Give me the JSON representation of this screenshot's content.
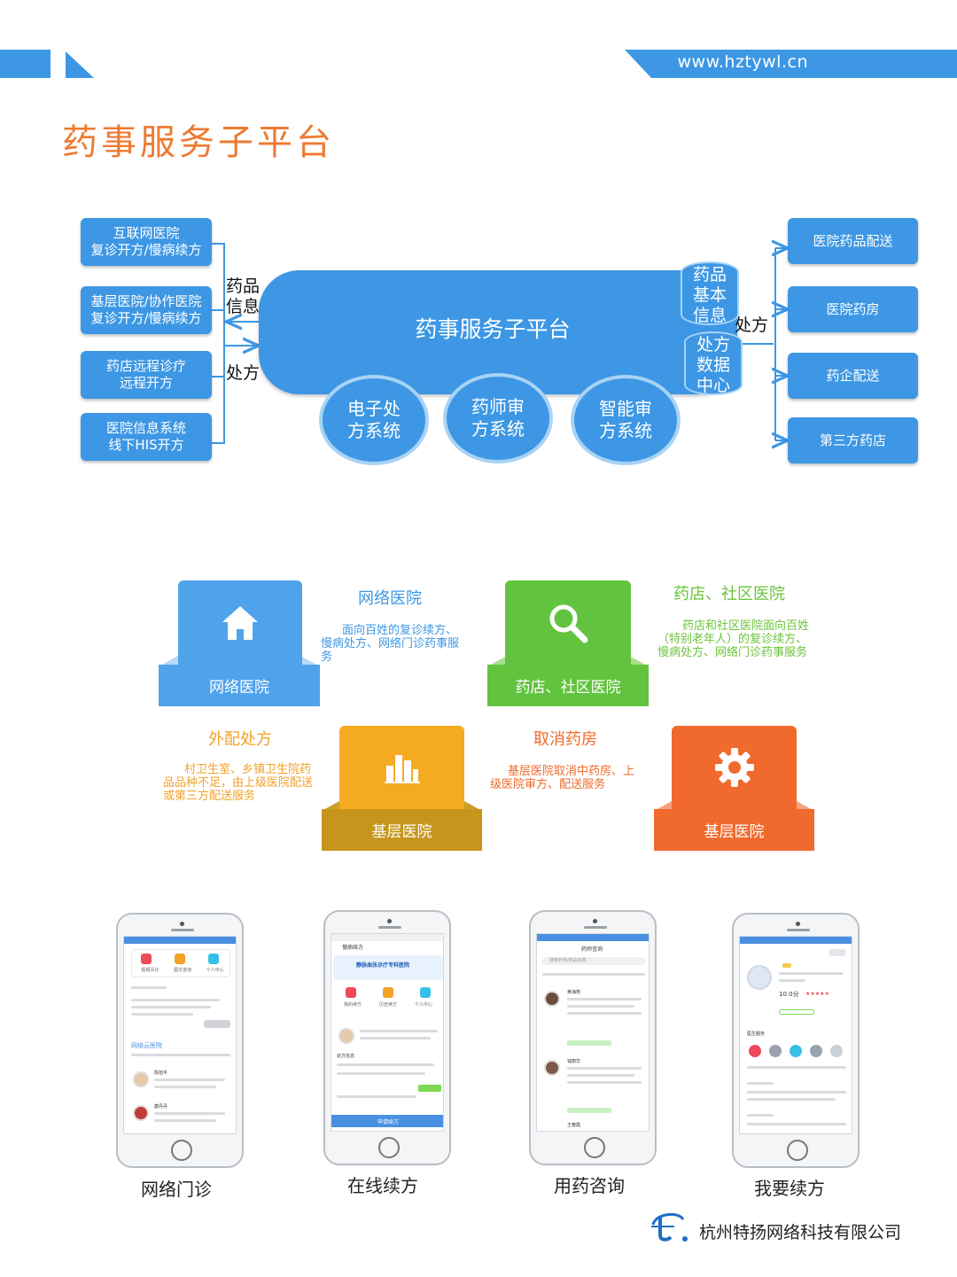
{
  "header": {
    "url": "www.hztywl.cn",
    "title": "药事服务子平台"
  },
  "diagram": {
    "left_boxes": [
      [
        "互联网医院",
        "复诊开方/慢病续方"
      ],
      [
        "基层医院/协作医院",
        "复诊开方/慢病续方"
      ],
      [
        "药店远程诊疗",
        "远程开方"
      ],
      [
        "医院信息系统",
        "线下HIS开方"
      ]
    ],
    "label_drug_info": [
      "药品",
      "信息"
    ],
    "label_prescription_left": "处方",
    "platform": "药事服务子平台",
    "cyl_drug_db": [
      "药品",
      "基本",
      "信息"
    ],
    "cyl_rx_center": [
      "处方",
      "数据",
      "中心"
    ],
    "label_prescription_right": "处方",
    "circles": [
      [
        "电子处",
        "方系统"
      ],
      [
        "药师审",
        "方系统"
      ],
      [
        "智能审",
        "方系统"
      ]
    ],
    "right_boxes": [
      "医院药品配送",
      "医院药房",
      "药企配送",
      "第三方药店"
    ]
  },
  "features": [
    {
      "box_label": "网络医院",
      "icon": "home-icon",
      "title": "网络医院",
      "desc": [
        "面向百姓的复诊续方、",
        "慢病处方、网络门诊药事服",
        "务"
      ],
      "color": "#3d97e4",
      "title_color": "#3d97e4"
    },
    {
      "box_label": "药店、社区医院",
      "icon": "search-icon",
      "title": "药店、社区医院",
      "desc": [
        "药店和社区医院面向百姓",
        "（特别老年人）的复诊续方、",
        "慢病处方、网络门诊药事服务"
      ],
      "color": "#5cc33f",
      "title_color": "#6bc43a"
    },
    {
      "box_label": "基层医院",
      "icon": "bar-chart-icon",
      "title": "外配处方",
      "desc": [
        "村卫生室、乡镇卫生院药",
        "品品种不足，由上级医院配送",
        "或第三方配送服务"
      ],
      "color": "#f2a81f",
      "title_color": "#f2a227"
    },
    {
      "box_label": "基层医院",
      "icon": "gear-icon",
      "title": "取消药房",
      "desc": [
        "基层医院取消中药房、上",
        "级医院审方、配送服务"
      ],
      "color": "#ef6a2c",
      "title_color": "#ef6a2c"
    }
  ],
  "phones": [
    {
      "caption": "网络门诊",
      "screen_title": "",
      "menu": [
        "视频问诊",
        "图文咨询",
        "个人中心"
      ],
      "section": "网络云医院",
      "rows": [
        "陈旭平",
        "康丹丹"
      ]
    },
    {
      "caption": "在线续方",
      "screen_title": "慢病续方",
      "banner": "静脉曲张诊疗专科医院",
      "menu": [
        "我的续方",
        "历史续方",
        "个人中心"
      ],
      "section": "处方信息",
      "button": "申请续方"
    },
    {
      "caption": "用药咨询",
      "screen_title": "药师咨询",
      "search": "搜索药师/药品名称",
      "rows": [
        "黄海燕",
        "钱丽华",
        "王春霞"
      ]
    },
    {
      "caption": "我要续方",
      "screen_title": "",
      "score": "10.0分",
      "section": "医生服务"
    }
  ],
  "footer": {
    "company": "杭州特扬网络科技有限公司"
  }
}
